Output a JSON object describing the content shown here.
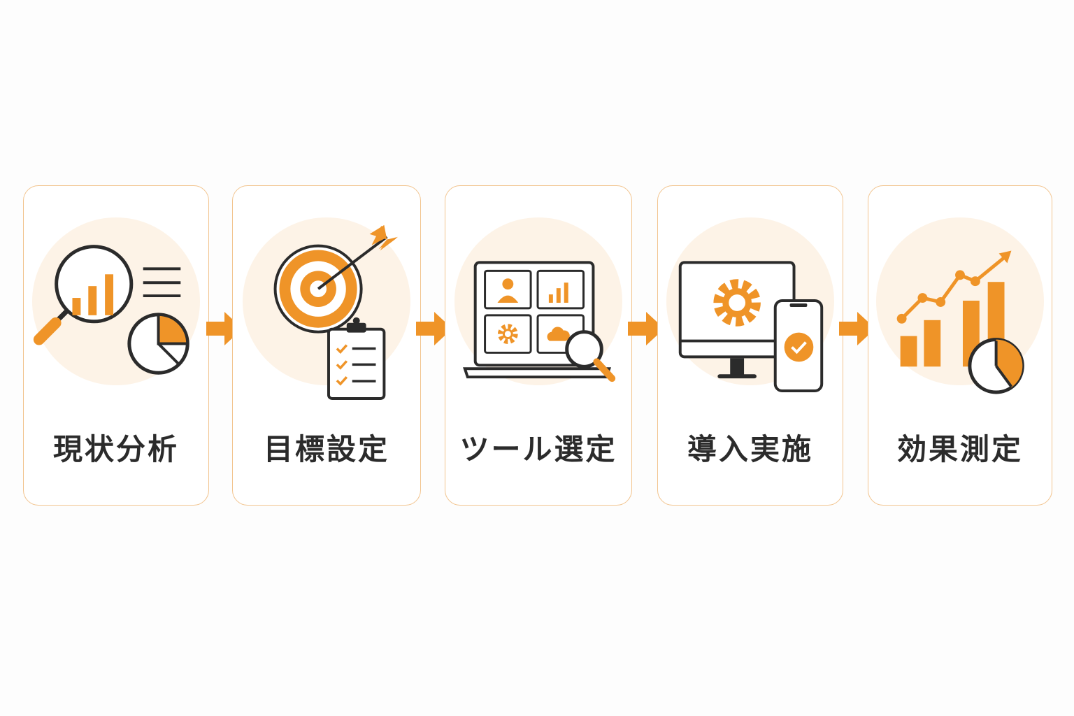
{
  "accent_color": "#ef9428",
  "outline_color": "#2b2b2b",
  "steps": [
    {
      "label": "現状分析",
      "icon": "magnifier-chart-icon"
    },
    {
      "label": "目標設定",
      "icon": "target-checklist-icon"
    },
    {
      "label": "ツール選定",
      "icon": "laptop-search-icon"
    },
    {
      "label": "導入実施",
      "icon": "monitor-gear-phone-icon"
    },
    {
      "label": "効果測定",
      "icon": "growth-chart-clock-icon"
    }
  ]
}
